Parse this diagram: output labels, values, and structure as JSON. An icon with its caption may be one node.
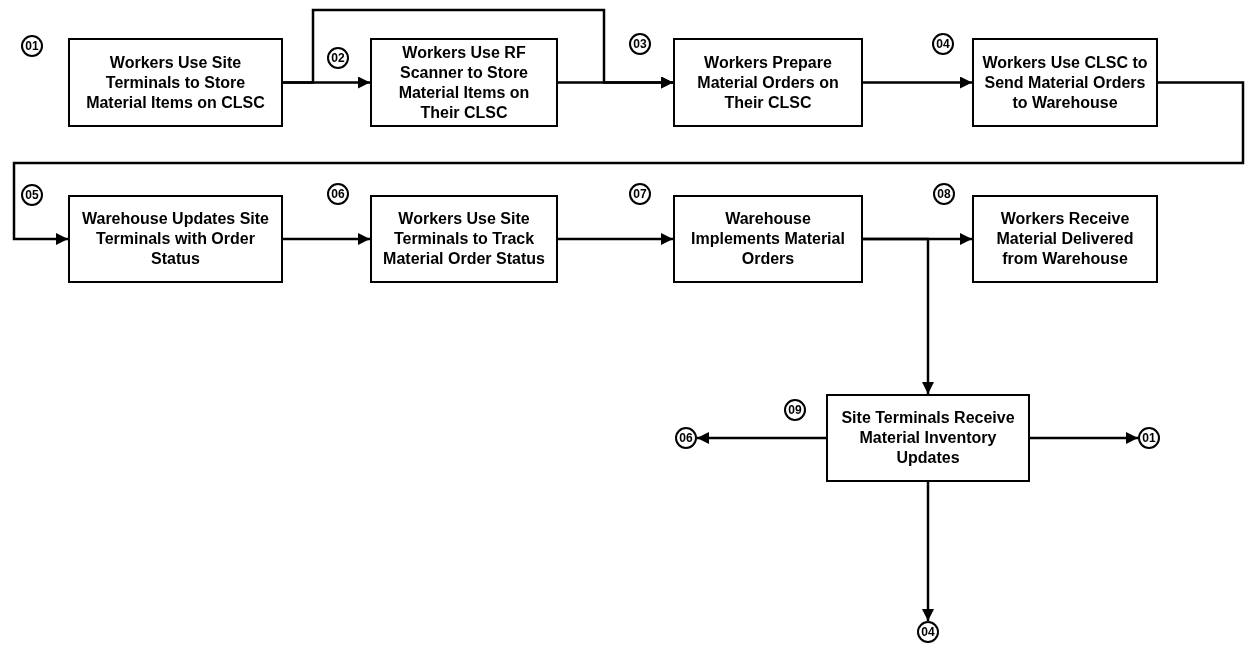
{
  "diagram": {
    "nodes": [
      {
        "text": [
          "01"
        ]
      },
      {
        "text": [
          "Workers Use Site Terminals to Store Material Items on CLSC"
        ]
      },
      {
        "text": [
          "02"
        ]
      },
      {
        "text": [
          "Workers Use RF Scanner to Store Material Items on Their CLSC"
        ]
      },
      {
        "text": [
          "03"
        ]
      },
      {
        "text": [
          "Workers Prepare Material Orders on Their CLSC"
        ]
      },
      {
        "text": [
          "04"
        ]
      },
      {
        "text": [
          "Workers Use CLSC to Send Material Orders to Warehouse"
        ]
      },
      {
        "text": [
          "05"
        ]
      },
      {
        "text": [
          "Warehouse Updates Site Terminals with Order Status"
        ]
      },
      {
        "text": [
          "06"
        ]
      },
      {
        "text": [
          "Workers Use Site Terminals to Track Material Order Status"
        ]
      },
      {
        "text": [
          "07"
        ]
      },
      {
        "text": [
          "Warehouse Implements Material Orders"
        ]
      },
      {
        "text": [
          "08"
        ]
      },
      {
        "text": [
          "Workers Receive Material Delivered from Warehouse"
        ]
      },
      {
        "text": [
          "09"
        ]
      },
      {
        "text": [
          "Site Terminals Receive Material Inventory Updates"
        ]
      },
      {
        "text": [
          "06"
        ]
      },
      {
        "text": [
          "01"
        ]
      },
      {
        "text": [
          "04"
        ]
      }
    ],
    "edges": [
      {
        "from": 1,
        "to": 3,
        "arrow": "to"
      },
      {
        "from": 1,
        "to": 5,
        "arrow": "to"
      },
      {
        "from": 3,
        "to": 5,
        "arrow": "to"
      },
      {
        "from": 5,
        "to": 7,
        "arrow": "to"
      },
      {
        "from": 7,
        "to": 9,
        "arrow": "to"
      },
      {
        "from": 9,
        "to": 11,
        "arrow": "to"
      },
      {
        "from": 11,
        "to": 13,
        "arrow": "to"
      },
      {
        "from": 13,
        "to": 15,
        "arrow": "to"
      },
      {
        "from": 13,
        "to": 17,
        "arrow": "to"
      },
      {
        "from": 17,
        "to": 18,
        "arrow": "to"
      },
      {
        "from": 17,
        "to": 19,
        "arrow": "to"
      },
      {
        "from": 17,
        "to": 20,
        "arrow": "to"
      }
    ]
  }
}
